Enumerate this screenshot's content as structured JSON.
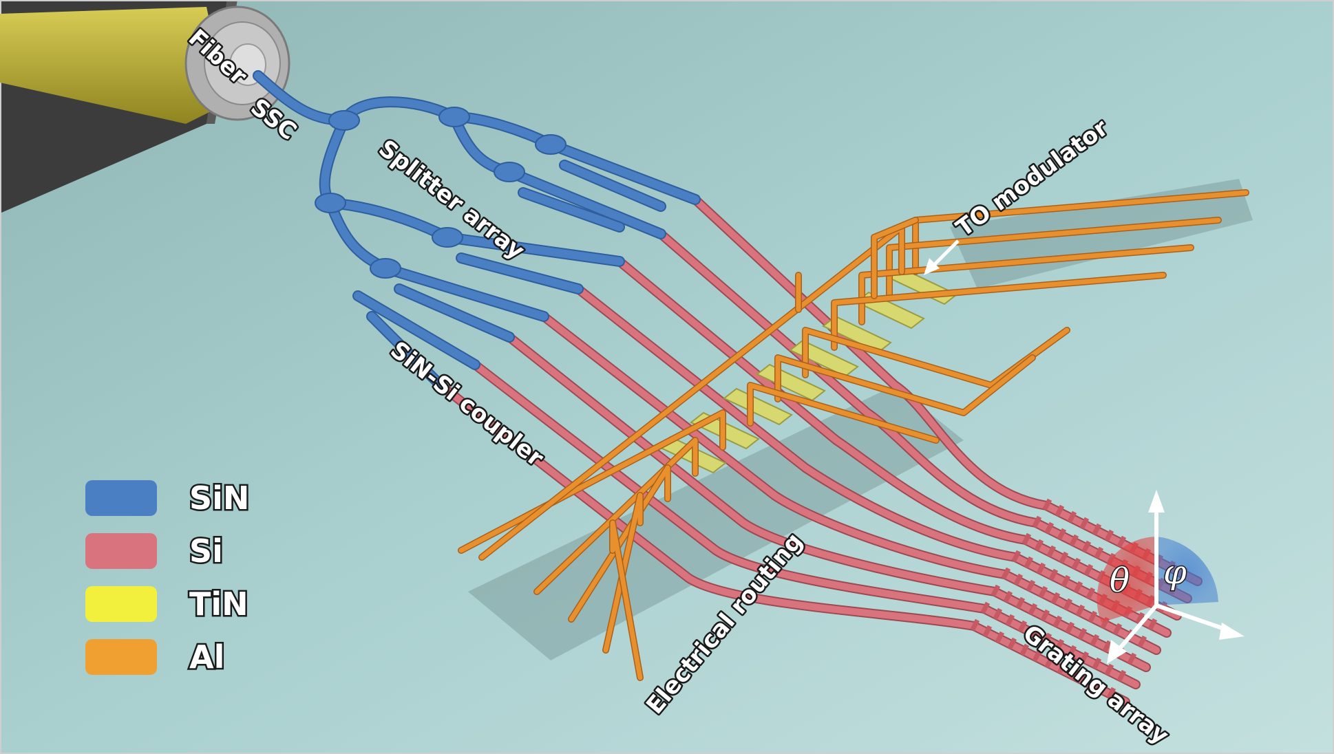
{
  "labels": {
    "fiber": "Fiber",
    "ssc": "SSC",
    "splitter_array": "Splitter array",
    "to_modulator": "TO modulator",
    "sin_si_coupler": "SiN-Si coupler",
    "electrical_routing": "Electrical routing",
    "grating_array": "Grating array",
    "theta": "θ",
    "phi": "φ"
  },
  "legend": [
    {
      "label": "SiN",
      "color": "#4a7fc4"
    },
    {
      "label": "Si",
      "color": "#d9747e"
    },
    {
      "label": "TiN",
      "color": "#f2f03c"
    },
    {
      "label": "Al",
      "color": "#f0a030"
    }
  ],
  "colors": {
    "substrate": "#a7cdcd",
    "sin": "#4a7fc4",
    "si": "#d9747e",
    "tin": "#d8d870",
    "al": "#e8902e",
    "fiber_jacket": "#b8ad3a"
  }
}
